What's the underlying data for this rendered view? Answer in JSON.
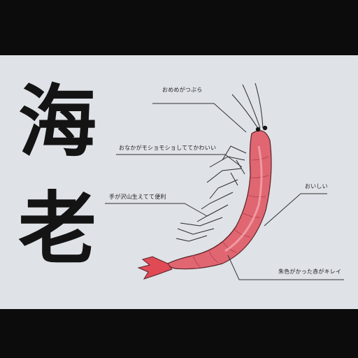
{
  "title": {
    "char1": "海",
    "char2": "老"
  },
  "annotations": [
    {
      "id": "eyes",
      "text": "おめめがつぶら"
    },
    {
      "id": "belly",
      "text": "おなかがモショモショしててかわいい"
    },
    {
      "id": "legs",
      "text": "手が沢山生えてて便利"
    },
    {
      "id": "tasty",
      "text": "おいしい"
    },
    {
      "id": "color",
      "text": "朱色がかった赤がキレイ"
    }
  ],
  "colors": {
    "background": "#dfe2e7",
    "letterbox": "#0c0c0c",
    "shrimp_body": "#e06672",
    "shrimp_light": "#f3a6ac",
    "shrimp_tail": "#e04a55",
    "ink": "#141414"
  },
  "illustration": "shrimp"
}
